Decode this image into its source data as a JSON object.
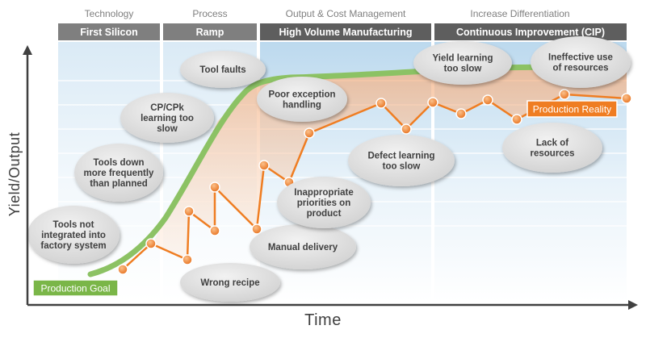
{
  "phases": [
    {
      "category": "Technology",
      "label": "First Silicon"
    },
    {
      "category": "Process",
      "label": "Ramp"
    },
    {
      "category": "Output & Cost Management",
      "label": "High Volume Manufacturing"
    },
    {
      "category": "Increase Differentiation",
      "label": "Continuous Improvement (CIP)"
    }
  ],
  "axes": {
    "y_label": "Yield/Output",
    "x_label": "Time"
  },
  "curves": {
    "goal_label": "Production Goal",
    "reality_label": "Production Reality"
  },
  "issues": [
    {
      "id": "tools-not-integrated",
      "lines": [
        "Tools not",
        "integrated into",
        "factory system"
      ]
    },
    {
      "id": "tools-down",
      "lines": [
        "Tools down",
        "more frequently",
        "than planned"
      ]
    },
    {
      "id": "cp-cpk",
      "lines": [
        "CP/CPk",
        "learning too",
        "slow"
      ]
    },
    {
      "id": "tool-faults",
      "lines": [
        "Tool faults"
      ]
    },
    {
      "id": "wrong-recipe",
      "lines": [
        "Wrong recipe"
      ]
    },
    {
      "id": "manual-delivery",
      "lines": [
        "Manual delivery"
      ]
    },
    {
      "id": "inappropriate-priorities",
      "lines": [
        "Inappropriate",
        "priorities  on",
        "product"
      ]
    },
    {
      "id": "poor-exception",
      "lines": [
        "Poor exception",
        "handling"
      ]
    },
    {
      "id": "defect-learning",
      "lines": [
        "Defect learning",
        "too slow"
      ]
    },
    {
      "id": "yield-learning",
      "lines": [
        "Yield learning",
        "too slow"
      ]
    },
    {
      "id": "ineffective-use",
      "lines": [
        "Ineffective use",
        "of resources"
      ]
    },
    {
      "id": "lack-of-resources",
      "lines": [
        "Lack of",
        "resources"
      ]
    }
  ],
  "colors": {
    "header_bar": "#7f7f7f",
    "header_bar_dark": "#5e5e5e",
    "goal_green": "#8cc264",
    "goal_label_bg": "#7ab648",
    "reality_orange": "#ef7d22",
    "bubble_fill": "#d9d9d9"
  }
}
